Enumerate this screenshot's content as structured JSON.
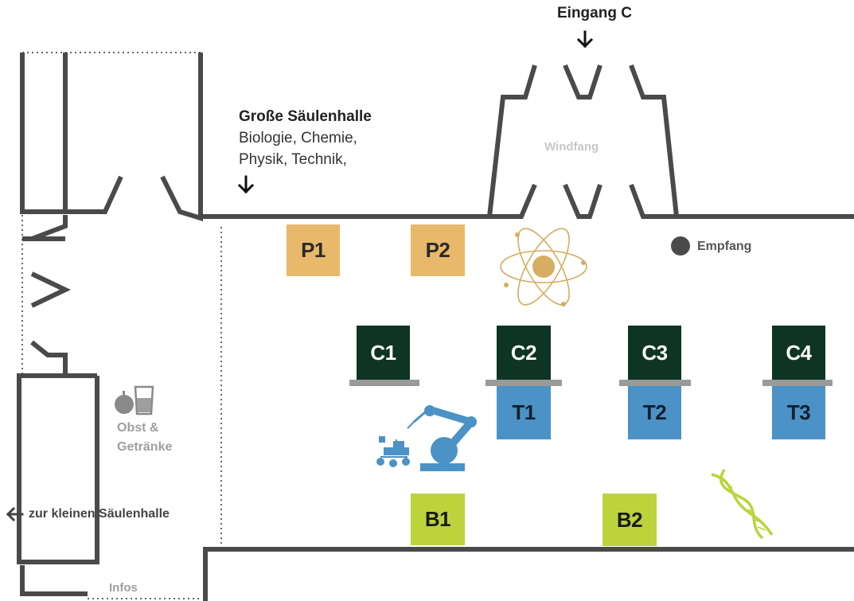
{
  "entrance": {
    "label": "Eingang C"
  },
  "main_hall": {
    "title": "Große Säulenhalle",
    "subtitle_lines": [
      "Biologie, Chemie,",
      "Physik, Technik,"
    ]
  },
  "windfang": {
    "label": "Windfang"
  },
  "reception": {
    "label": "Empfang"
  },
  "refreshments": {
    "line1": "Obst &",
    "line2": "Getränke"
  },
  "small_hall_link": {
    "label": "zur kleinen Säulenhalle"
  },
  "info": {
    "label": "Infos"
  },
  "booths": {
    "p1": "P1",
    "p2": "P2",
    "c1": "C1",
    "c2": "C2",
    "c3": "C3",
    "c4": "C4",
    "t1": "T1",
    "t2": "T2",
    "t3": "T3",
    "b1": "B1",
    "b2": "B2"
  },
  "icons": {
    "entrance_arrow": "arrow-down-icon",
    "hall_arrow": "arrow-down-icon",
    "back_arrow": "arrow-left-icon",
    "reception_marker": "dot-icon",
    "physics": "atom-icon",
    "technology": "robot-arm-icon",
    "rover": "rover-icon",
    "biology": "dna-icon",
    "refreshments": "apple-glass-icon"
  },
  "colors": {
    "walls": "#4a4a4a",
    "physics_booth": "#e8b96a",
    "chemistry_booth": "#0e3524",
    "technology_booth": "#4b92c6",
    "biology_booth": "#bcd33c",
    "counter": "#9a9a9a"
  }
}
